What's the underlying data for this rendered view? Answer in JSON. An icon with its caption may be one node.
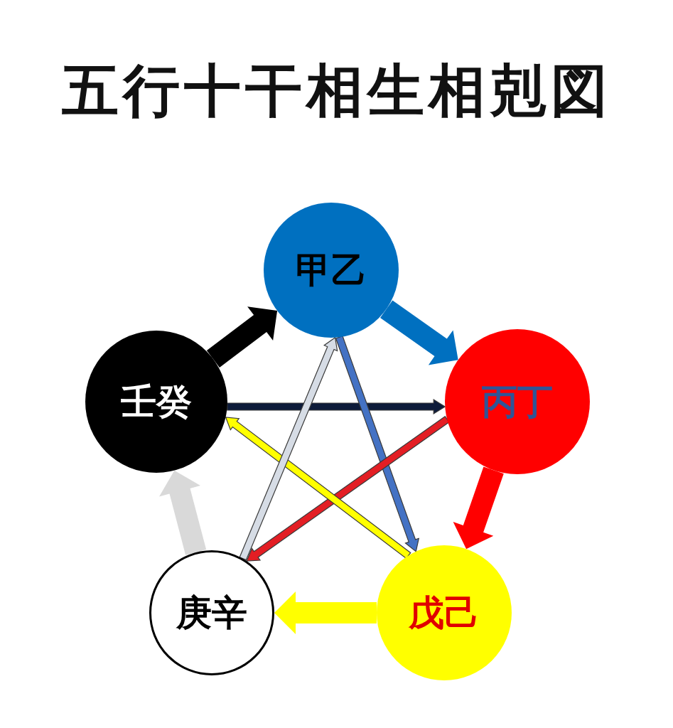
{
  "diagram": {
    "title": "五行十干相生相剋図",
    "nodes": [
      {
        "text": [
          "甲乙"
        ]
      },
      {
        "text": [
          "丙丁"
        ]
      },
      {
        "text": [
          "戊己"
        ]
      },
      {
        "text": [
          "庚辛"
        ]
      },
      {
        "text": [
          "壬癸"
        ]
      }
    ],
    "edges": [
      {
        "from": 4,
        "to": 0,
        "arrow": "to",
        "style": "thick",
        "color": "#000000"
      },
      {
        "from": 0,
        "to": 1,
        "arrow": "to",
        "style": "thick",
        "color": "#0070c0"
      },
      {
        "from": 1,
        "to": 2,
        "arrow": "to",
        "style": "thick",
        "color": "#ff0000"
      },
      {
        "from": 2,
        "to": 3,
        "arrow": "to",
        "style": "thick",
        "color": "#ffff00"
      },
      {
        "from": 3,
        "to": 4,
        "arrow": "to",
        "style": "thick",
        "color": "#d9d9d9"
      },
      {
        "from": 4,
        "to": 1,
        "arrow": "to",
        "color": "#0d1b3a"
      },
      {
        "from": 0,
        "to": 2,
        "arrow": "to",
        "color": "#4472c4"
      },
      {
        "from": 1,
        "to": 3,
        "arrow": "to",
        "color": "#e31e24"
      },
      {
        "from": 2,
        "to": 4,
        "arrow": "to",
        "color": "#ffff00"
      },
      {
        "from": 3,
        "to": 0,
        "arrow": "to",
        "color": "#d6dce5"
      }
    ]
  }
}
